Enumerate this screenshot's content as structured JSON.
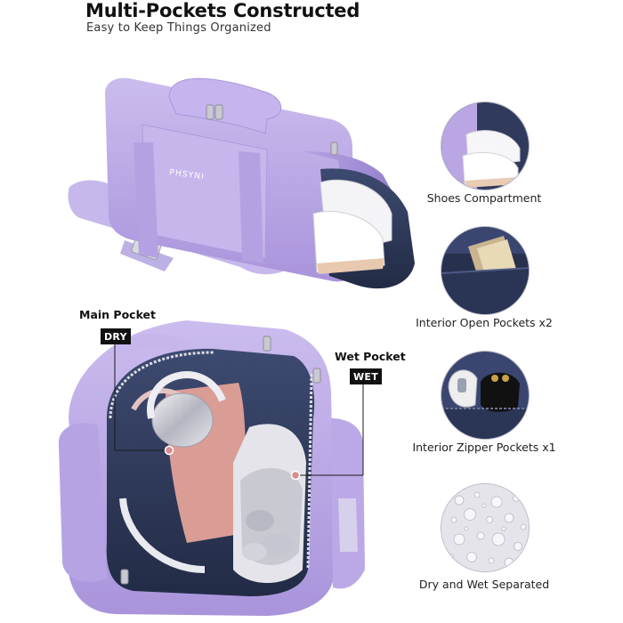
{
  "header": {
    "title": "Multi-Pockets Constructed",
    "subtitle": "Easy to Keep Things Organized"
  },
  "bag": {
    "brand": "PHSYNI"
  },
  "callouts": {
    "main": {
      "title": "Main Pocket",
      "tag": "DRY"
    },
    "wet": {
      "title": "Wet Pocket",
      "tag": "WET"
    }
  },
  "features": [
    {
      "label": "Shoes Compartment",
      "icon": "shoes-compartment"
    },
    {
      "label": "Interior Open Pockets x2",
      "icon": "open-pockets"
    },
    {
      "label": "Interior Zipper Pockets x1",
      "icon": "zipper-pocket"
    },
    {
      "label": "Dry and Wet Separated",
      "icon": "water-droplets"
    }
  ],
  "colors": {
    "bag_lavender": "#b9a6e3",
    "bag_shadow": "#9a86cf",
    "lining_navy": "#2f3a5c",
    "accent_pink": "#d98c8c"
  }
}
